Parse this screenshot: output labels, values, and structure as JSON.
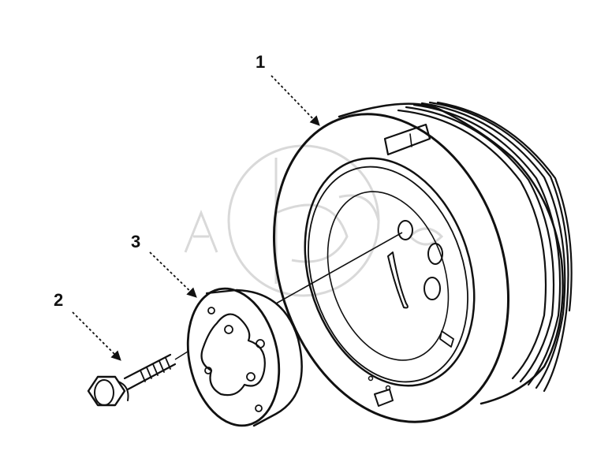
{
  "diagram": {
    "callouts": [
      {
        "label": "1"
      },
      {
        "label": "2"
      },
      {
        "label": "3"
      }
    ],
    "colors": {
      "line": "#111111",
      "watermark": "#d9d9d9",
      "background": "#ffffff"
    }
  }
}
